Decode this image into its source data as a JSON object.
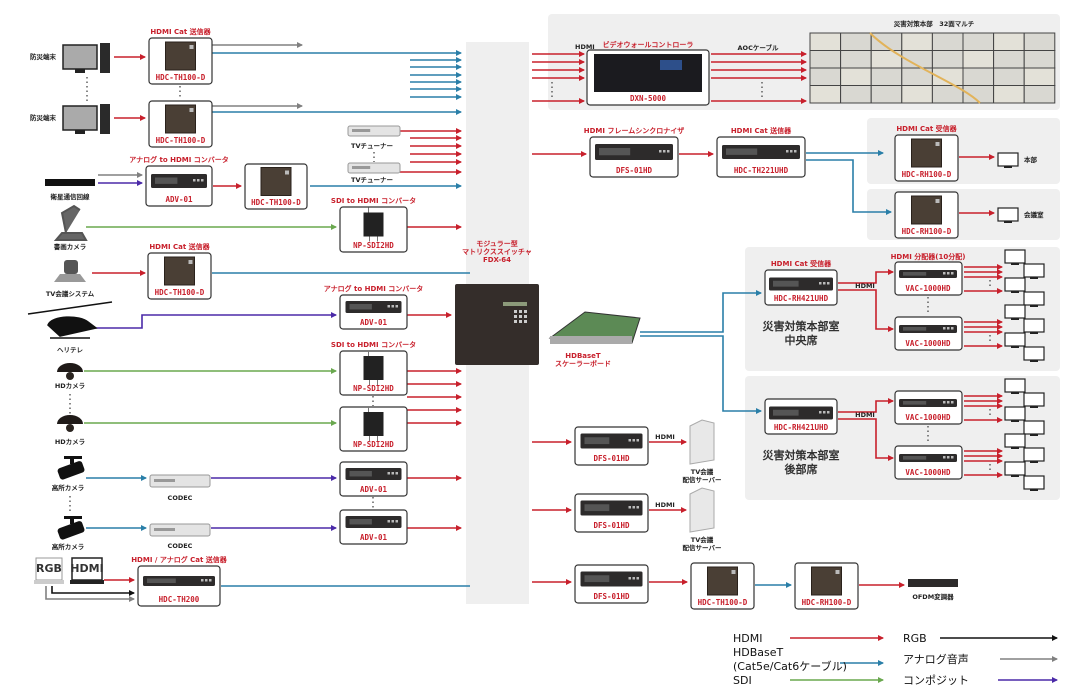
{
  "colors": {
    "hdmi": "#c8202c",
    "hdbaset": "#2a7fa8",
    "sdi": "#6aa84f",
    "rgb": "#111111",
    "analog_audio": "#808080",
    "composite": "#4b2aa8",
    "panel_bg": "#efefef",
    "device_dark": "#3a3330"
  },
  "sources": [
    {
      "id": "pc1",
      "label": "防災端末",
      "icon": "desktop-pc-icon"
    },
    {
      "id": "pc2",
      "label": "防災端末",
      "icon": "desktop-pc-icon"
    },
    {
      "id": "sat",
      "label": "衛星通信回線",
      "icon": "satellite-receiver-icon"
    },
    {
      "id": "doccam",
      "label": "書画カメラ",
      "icon": "document-camera-icon"
    },
    {
      "id": "tvconf",
      "label": "TV会議システム",
      "icon": "video-conference-icon"
    },
    {
      "id": "heli",
      "label": "ヘリテレ",
      "icon": "helicopter-icon"
    },
    {
      "id": "hd1",
      "label": "HDカメラ",
      "icon": "dome-camera-icon"
    },
    {
      "id": "hd2",
      "label": "HDカメラ",
      "icon": "dome-camera-icon"
    },
    {
      "id": "high1",
      "label": "高所カメラ",
      "icon": "bullet-camera-icon"
    },
    {
      "id": "high2",
      "label": "高所カメラ",
      "icon": "bullet-camera-icon"
    },
    {
      "id": "laptops",
      "label_rgb": "RGB",
      "label_hdmi": "HDMI",
      "icon": "laptop-icon"
    }
  ],
  "devices": {
    "tx1": {
      "title": "HDMI Cat 送信器",
      "model": "HDC-TH100-D"
    },
    "tx2": {
      "title": "",
      "model": "HDC-TH100-D"
    },
    "adv_sat": {
      "title": "アナログ to HDMI コンバータ",
      "model": "ADV-01"
    },
    "tx_sat": {
      "title": "",
      "model": "HDC-TH100-D"
    },
    "tuner1": {
      "label": "TVチューナー"
    },
    "tuner2": {
      "label": "TVチューナー"
    },
    "sdi_doc": {
      "title": "SDI to HDMI コンバータ",
      "model": "NP-SDI2HD"
    },
    "tx_conf": {
      "title": "HDMI Cat 送信器",
      "model": "HDC-TH100-D"
    },
    "adv_heli": {
      "title": "アナログ to HDMI コンバータ",
      "model": "ADV-01"
    },
    "sdi1": {
      "title": "SDI to HDMI コンバータ",
      "model": "NP-SDI2HD"
    },
    "sdi2": {
      "title": "",
      "model": "NP-SDI2HD"
    },
    "codec1": {
      "label": "CODEC"
    },
    "codec2": {
      "label": "CODEC"
    },
    "adv1": {
      "title": "",
      "model": "ADV-01"
    },
    "adv2": {
      "title": "",
      "model": "ADV-01"
    },
    "th200": {
      "title": "HDMI / アナログ Cat 送信器",
      "model": "HDC-TH200"
    },
    "matrix": {
      "title_lines": [
        "モジュラー型",
        "マトリクススイッチャ",
        "FDX-64"
      ]
    },
    "scaler": {
      "title_lines": [
        "HDBaseT",
        "スケーラーボード"
      ]
    },
    "dxn": {
      "title": "ビデオウォールコントローラ",
      "model": "DXN-5000",
      "hdmi_label": "HDMI",
      "aoc_label": "AOCケーブル"
    },
    "wall": {
      "title": "災害対策本部　32面マルチ",
      "rows": 4,
      "cols": 8
    },
    "dfs_top": {
      "title": "HDMI フレームシンクロナイザ",
      "model": "DFS-01HD"
    },
    "th221": {
      "title": "HDMI Cat 送信器",
      "model": "HDC-TH221UHD"
    },
    "rh_honbu": {
      "title": "HDMI Cat 受信器",
      "model": "HDC-RH100-D",
      "display": "本部"
    },
    "rh_kaigi": {
      "title": "",
      "model": "HDC-RH100-D",
      "display": "会議室"
    },
    "center": {
      "rx_title": "HDMI Cat 受信器",
      "rx_model": "HDC-RH421UHD",
      "dist_title": "HDMI 分配器(10分配)",
      "dist_model": "VAC-1000HD",
      "hdmi_label": "HDMI",
      "room_lines": [
        "災害対策本部室",
        "中央席"
      ]
    },
    "rear": {
      "rx_model": "HDC-RH421UHD",
      "dist_model": "VAC-1000HD",
      "hdmi_label": "HDMI",
      "room_lines": [
        "災害対策本部室",
        "後部席"
      ]
    },
    "dfs_srv1": {
      "model": "DFS-01HD",
      "hdmi_label": "HDMI",
      "server_lines": [
        "TV会議",
        "配信サーバー"
      ]
    },
    "dfs_srv2": {
      "model": "DFS-01HD",
      "hdmi_label": "HDMI",
      "server_lines": [
        "TV会議",
        "配信サーバー"
      ]
    },
    "dfs_ofdm": {
      "model": "DFS-01HD"
    },
    "tx_ofdm": {
      "model": "HDC-TH100-D"
    },
    "rx_ofdm": {
      "model": "HDC-RH100-D"
    },
    "ofdm": {
      "label": "OFDM変調器"
    }
  },
  "legend": [
    {
      "label": "HDMI",
      "color_key": "hdmi"
    },
    {
      "label": "HDBaseT",
      "label2": "(Cat5e/Cat6ケーブル)",
      "color_key": "hdbaset"
    },
    {
      "label": "SDI",
      "color_key": "sdi"
    },
    {
      "label": "RGB",
      "color_key": "rgb"
    },
    {
      "label": "アナログ音声",
      "color_key": "analog_audio"
    },
    {
      "label": "コンポジット",
      "color_key": "composite"
    }
  ]
}
